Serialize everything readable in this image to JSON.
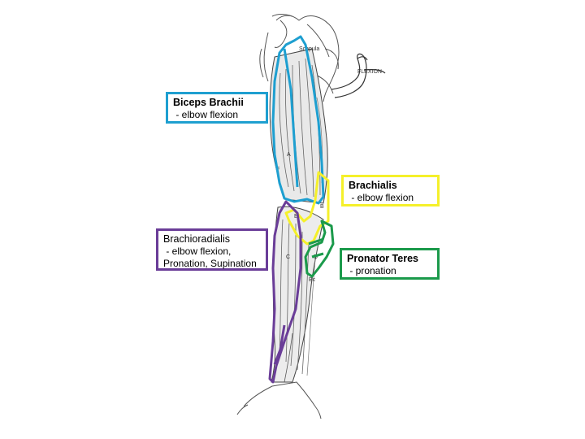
{
  "diagram": {
    "callouts": [
      {
        "id": "biceps",
        "title": "Biceps Brachii",
        "description": " - elbow flexion",
        "border_color": "#1e9fd0"
      },
      {
        "id": "brachialis",
        "title": "Brachialis",
        "description": " - elbow flexion",
        "border_color": "#f5f02a"
      },
      {
        "id": "brachioradialis",
        "title": "Brachioradialis",
        "description": " - elbow flexion,\nPronation, Supination",
        "border_color": "#6a3d98"
      },
      {
        "id": "pronator",
        "title": "Pronator Teres",
        "description": " - pronation",
        "border_color": "#1b9a4b"
      }
    ],
    "figure_labels": {
      "scapula": "Scapula",
      "flexion": "FLEXION",
      "letter_a": "A",
      "letter_b": "B",
      "letter_c": "C",
      "letter_d": "D",
      "letter_e": "E",
      "letter_f": "F",
      "letter_bc": "Bc"
    }
  }
}
